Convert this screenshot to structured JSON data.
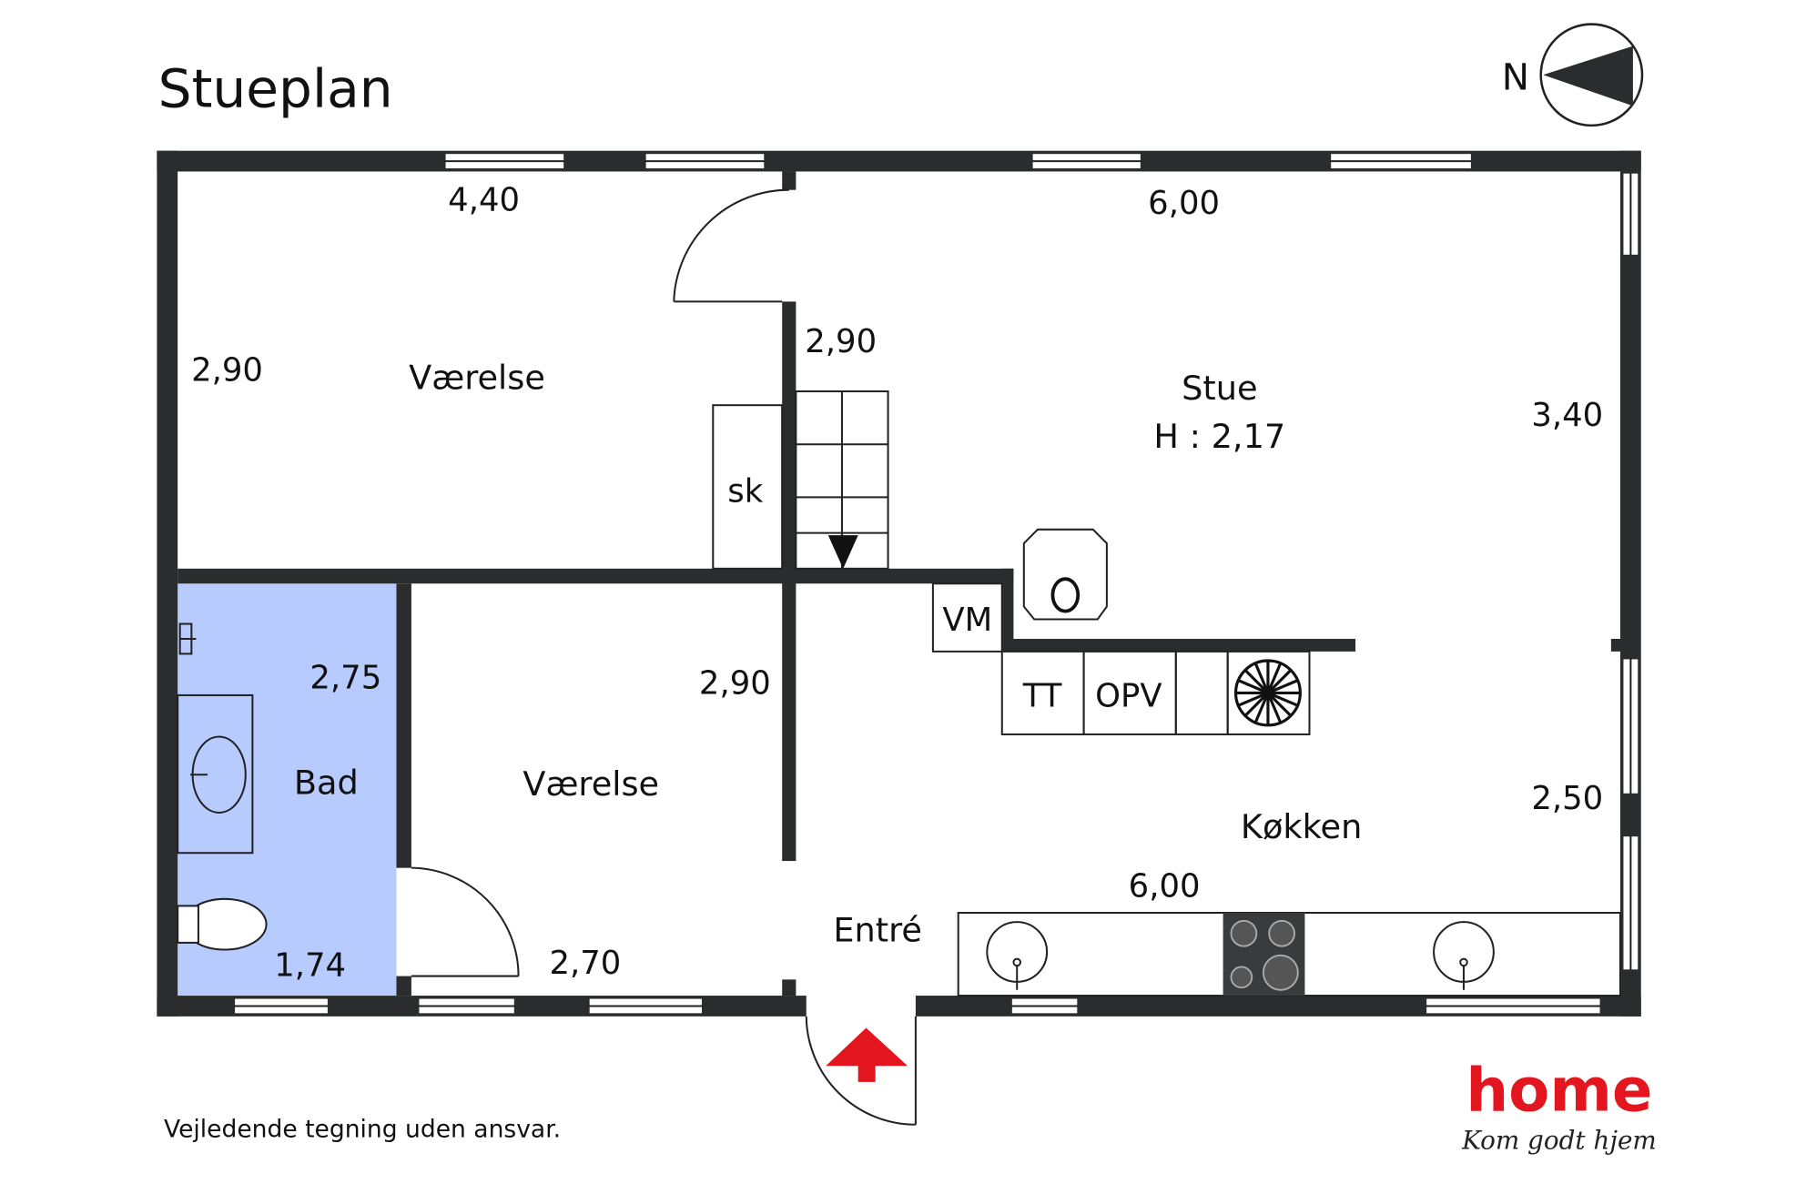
{
  "title": "Stueplan",
  "compass_label": "N",
  "rooms": [
    {
      "name": "Værelse",
      "id": "vaerelse-1"
    },
    {
      "name": "Stue",
      "height": "H : 2,17",
      "id": "stue"
    },
    {
      "name": "Bad",
      "id": "bad"
    },
    {
      "name": "Værelse",
      "id": "vaerelse-2"
    },
    {
      "name": "Køkken",
      "id": "kokken"
    },
    {
      "name": "Entré",
      "id": "entre"
    }
  ],
  "dimensions": [
    "4,40",
    "6,00",
    "2,90",
    "2,90",
    "3,40",
    "2,75",
    "2,90",
    "2,50",
    "6,00",
    "1,74",
    "2,70"
  ],
  "fixtures": {
    "closet": "sk",
    "washer": "VM",
    "dryer": "TT",
    "dishwasher": "OPV"
  },
  "disclaimer": "Vejledende tegning uden ansvar.",
  "logo": {
    "name": "home",
    "tagline": "Kom godt hjem"
  },
  "colors": {
    "wall": "#2b2c2e",
    "bathroom": "#b7cbff",
    "logo": "#e3151e",
    "entry_arrow": "#e3151e"
  }
}
